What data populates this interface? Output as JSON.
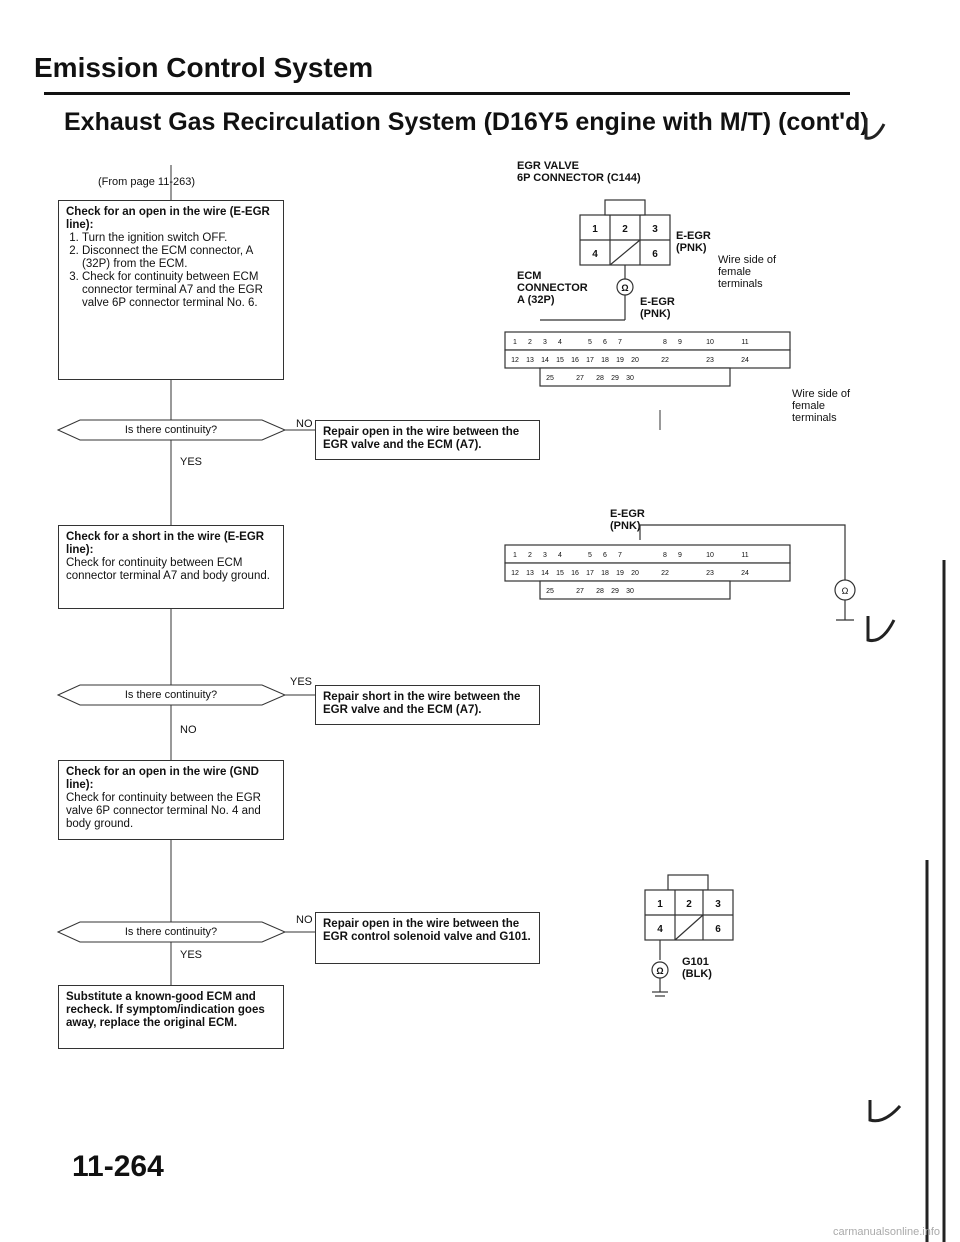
{
  "header": {
    "title": "Emission Control System",
    "subtitle": "Exhaust Gas Recirculation System (D16Y5 engine with M/T) (cont'd)"
  },
  "from_page": "(From page 11-263)",
  "flow": {
    "step1": {
      "heading": "Check for an open in the wire (E-EGR line):",
      "items": [
        "Turn the ignition switch OFF.",
        "Disconnect the ECM connector, A (32P) from the ECM.",
        "Check for continuity between ECM connector terminal A7 and the EGR valve 6P connector terminal No. 6."
      ]
    },
    "q1": "Is there continuity?",
    "q1_no_label": "NO",
    "q1_no_action": "Repair open in the wire between the EGR valve and the ECM (A7).",
    "q1_yes_label": "YES",
    "step2": {
      "heading": "Check for a short in the wire (E-EGR line):",
      "body": "Check for continuity between ECM connector terminal A7 and body ground."
    },
    "q2": "Is there continuity?",
    "q2_yes_label": "YES",
    "q2_yes_action": "Repair short in the wire between the EGR valve and the ECM (A7).",
    "q2_no_label": "NO",
    "step3": {
      "heading": "Check for an open in the wire (GND line):",
      "body": "Check for continuity between the EGR valve 6P connector terminal No. 4 and body ground."
    },
    "q3": "Is there continuity?",
    "q3_no_label": "NO",
    "q3_no_action": "Repair open in the wire between the EGR control solenoid valve and G101.",
    "q3_yes_label": "YES",
    "step4": "Substitute a known-good ECM and recheck. If symptom/indication goes away, replace the original ECM."
  },
  "diagram1": {
    "egr_valve_label": "EGR VALVE",
    "connector_label": "6P CONNECTOR (C144)",
    "ecm_label": "ECM CONNECTOR A (32P)",
    "e_egr": "E-EGR",
    "pnk": "(PNK)",
    "wire_side": "Wire side of female terminals",
    "ohm": "Ω"
  },
  "diagram2": {
    "e_egr": "E-EGR",
    "pnk": "(PNK)"
  },
  "diagram3": {
    "g101": "G101",
    "blk": "(BLK)"
  },
  "conn6p": {
    "row1": [
      "1",
      "2",
      "3"
    ],
    "row2": [
      "4",
      "",
      "6"
    ]
  },
  "conn32": {
    "row1": [
      "1",
      "2",
      "3",
      "4",
      "5",
      "6",
      "7",
      "8",
      "9",
      "10",
      "11"
    ],
    "row2": [
      "12",
      "13",
      "14",
      "15",
      "16",
      "17",
      "18",
      "19",
      "20",
      "",
      "22",
      "23",
      "24"
    ],
    "row3": [
      "25",
      "",
      "27",
      "28",
      "29",
      "30",
      ""
    ]
  },
  "footer": {
    "page": "11-264",
    "watermark": "carmanualsonline.info"
  }
}
